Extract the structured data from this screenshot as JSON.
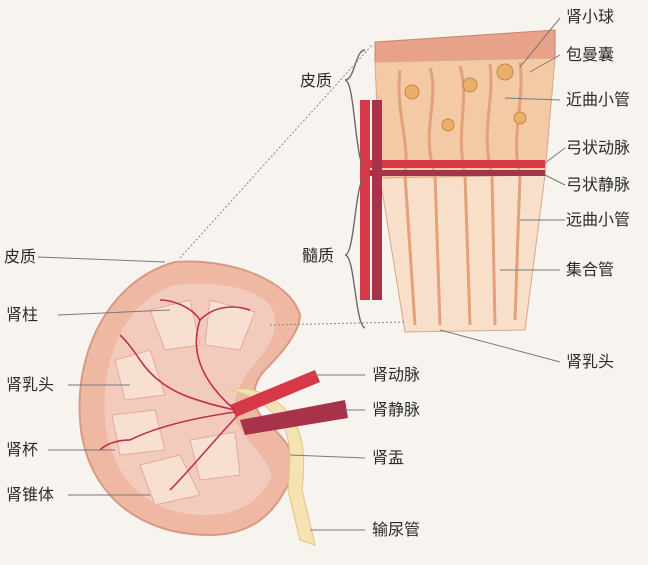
{
  "labels": {
    "renal_corpuscle": "肾小球",
    "bowman_capsule": "包曼囊",
    "proximal_tubule": "近曲小管",
    "arcuate_artery": "弓状动脉",
    "arcuate_vein": "弓状静脉",
    "distal_tubule": "远曲小管",
    "collecting_duct": "集合管",
    "papilla_right": "肾乳头",
    "cortex_right": "皮质",
    "medulla": "髓质",
    "cortex_left": "皮质",
    "renal_column": "肾柱",
    "papilla_left": "肾乳头",
    "calyx": "肾杯",
    "pyramid": "肾锥体",
    "renal_artery": "肾动脉",
    "renal_vein": "肾静脉",
    "renal_pelvis": "肾盂",
    "ureter": "输尿管"
  },
  "colors": {
    "background": "#f7f3ef",
    "cortex": "#efb8a2",
    "medulla": "#f7d8c6",
    "artery": "#d63848",
    "vein": "#a8324a",
    "tubule": "#e9b98c",
    "pelvis": "#f6e3b4",
    "leader": "#7a7a7a"
  }
}
